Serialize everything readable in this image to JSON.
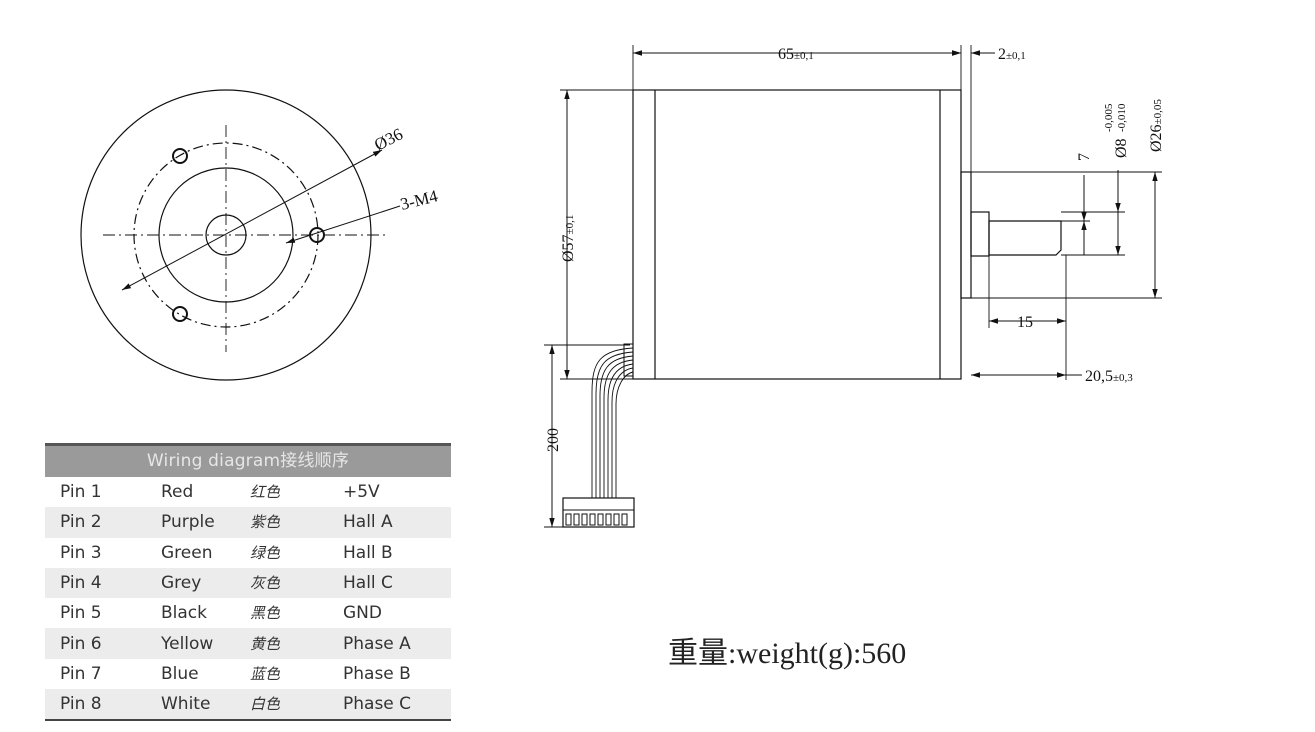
{
  "front_view": {
    "diameter_label": "Ø36",
    "thread_label": "3-M4"
  },
  "side_view": {
    "length_label": "65",
    "length_tol": "±0,1",
    "flange_label": "2",
    "flange_tol": "±0,1",
    "diameter_label": "Ø57",
    "diameter_tol": "±0,1",
    "shaft_label": "Ø8",
    "shaft_tol_upper": "-0,005",
    "shaft_tol_lower": "-0,010",
    "pilot_label": "Ø26",
    "pilot_tol": "±0,05",
    "flat_label": "7",
    "flat_length_label": "15",
    "shaft_length_label": "20,5",
    "shaft_length_tol": "±0,3",
    "cable_label": "200"
  },
  "wiring": {
    "title": "Wiring diagram接线顺序",
    "rows": [
      {
        "pin": "Pin 1",
        "color": "Red",
        "cn": "红色",
        "signal": "+5V"
      },
      {
        "pin": "Pin 2",
        "color": "Purple",
        "cn": "紫色",
        "signal": "Hall A"
      },
      {
        "pin": "Pin 3",
        "color": "Green",
        "cn": "绿色",
        "signal": "Hall B"
      },
      {
        "pin": "Pin 4",
        "color": "Grey",
        "cn": "灰色",
        "signal": "Hall C"
      },
      {
        "pin": "Pin 5",
        "color": "Black",
        "cn": "黑色",
        "signal": "GND"
      },
      {
        "pin": "Pin 6",
        "color": "Yellow",
        "cn": "黄色",
        "signal": "Phase A"
      },
      {
        "pin": "Pin 7",
        "color": "Blue",
        "cn": "蓝色",
        "signal": "Phase B"
      },
      {
        "pin": "Pin 8",
        "color": "White",
        "cn": "白色",
        "signal": "Phase C"
      }
    ]
  },
  "weight_label": "重量:weight(g):560"
}
